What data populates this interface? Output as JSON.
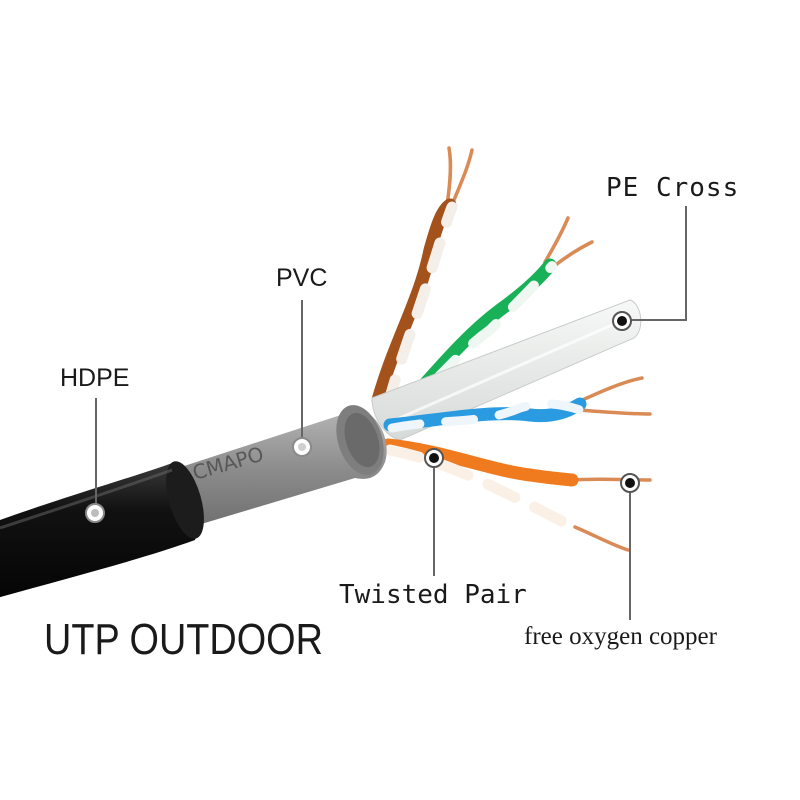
{
  "title": "UTP OUTDOOR",
  "labels": {
    "hdpe": "HDPE",
    "pvc": "PVC",
    "pe_cross": "PE Cross",
    "twisted_pair": "Twisted Pair",
    "copper": "free oxygen copper"
  },
  "jacket_print": "CMAPO",
  "colors": {
    "outer_jacket": "#111111",
    "inner_jacket": "#8c8c8c",
    "pe_cross": "#e9ecea",
    "pair_brown": "#a4521c",
    "pair_green": "#19b158",
    "pair_blue": "#2a9be0",
    "pair_orange": "#f07a1e",
    "copper": "#d98a55",
    "leader": "#666666"
  }
}
